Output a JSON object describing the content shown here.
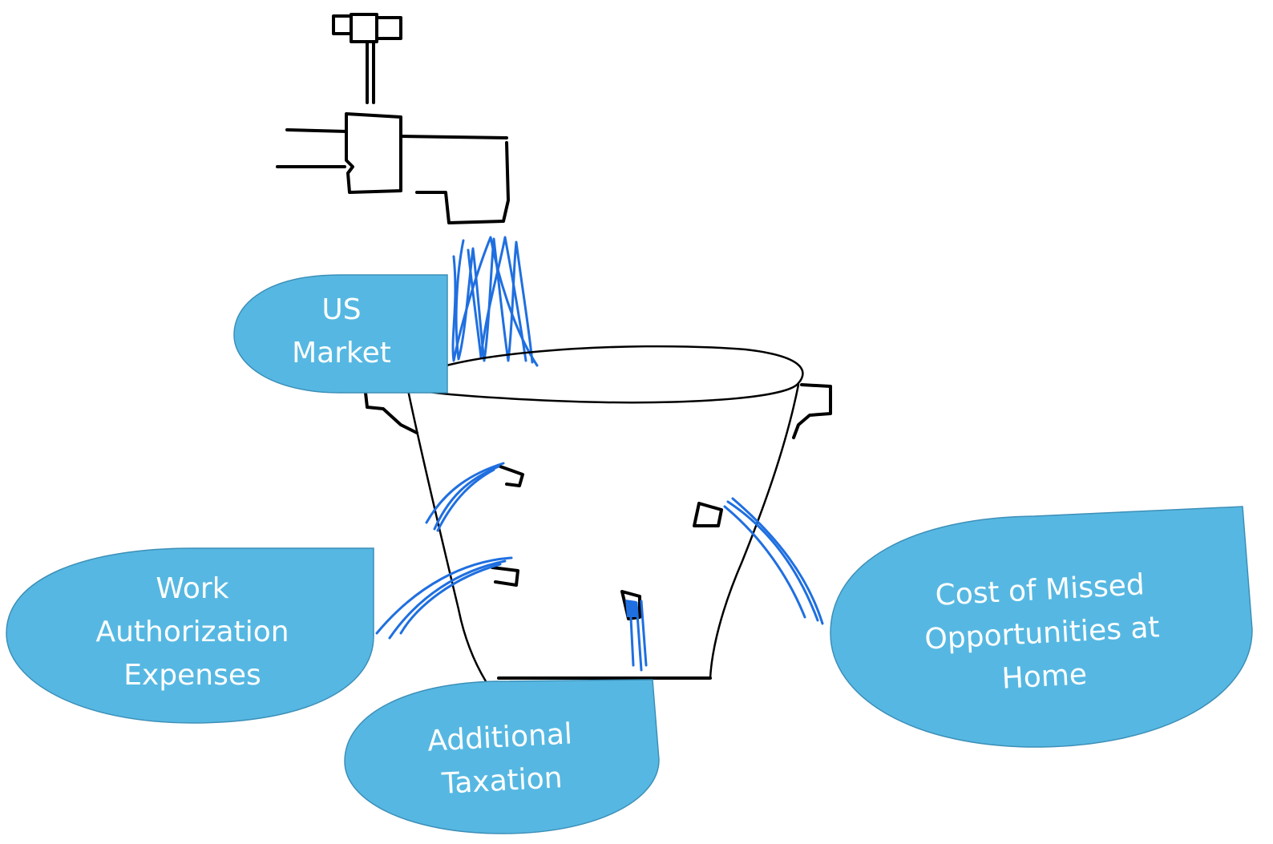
{
  "callouts": {
    "us_market": "US\nMarket",
    "work_authorization": "Work\nAuthorization\nExpenses",
    "additional_taxation": "Additional\nTaxation",
    "missed_opportunities": "Cost of Missed\nOpportunities at\nHome"
  },
  "colors": {
    "callout_fill": "#56b8e2",
    "water": "#1f6fe0",
    "ink": "#000000"
  },
  "icons": [
    "faucet-icon",
    "water-stream-icon",
    "bucket-icon",
    "leak-hole-icon"
  ]
}
